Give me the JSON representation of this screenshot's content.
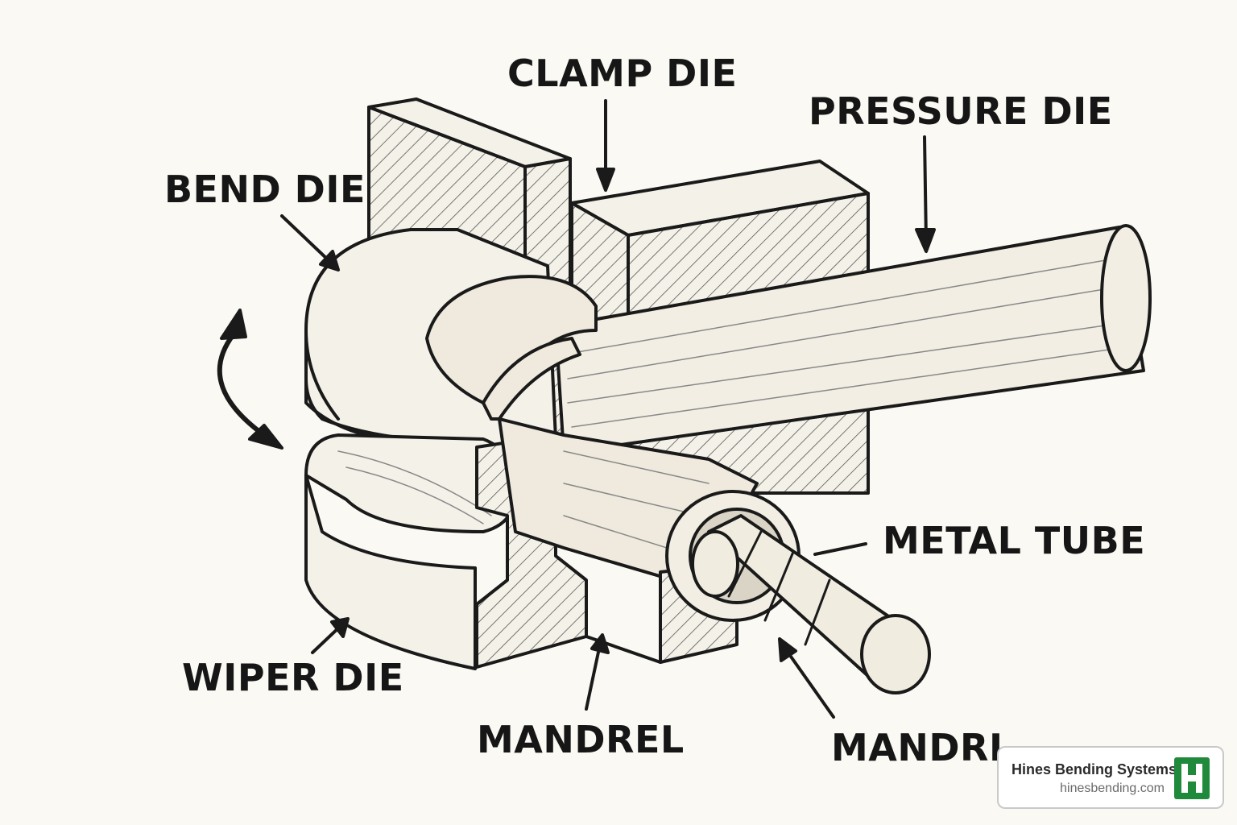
{
  "labels": {
    "clamp_die": "CLAMP DIE",
    "pressure_die": "PRESSURE DIE",
    "bend_die": "BEND DIE",
    "metal_tube": "METAL TUBE",
    "wiper_die": "WIPER DIE",
    "mandrel": "MANDREL",
    "mandrl": "MANDRL"
  },
  "brand": {
    "name": "Hines Bending Systems",
    "url": "hinesbending.com",
    "logo_letter": "H",
    "logo_color": "#1f8a3b"
  }
}
